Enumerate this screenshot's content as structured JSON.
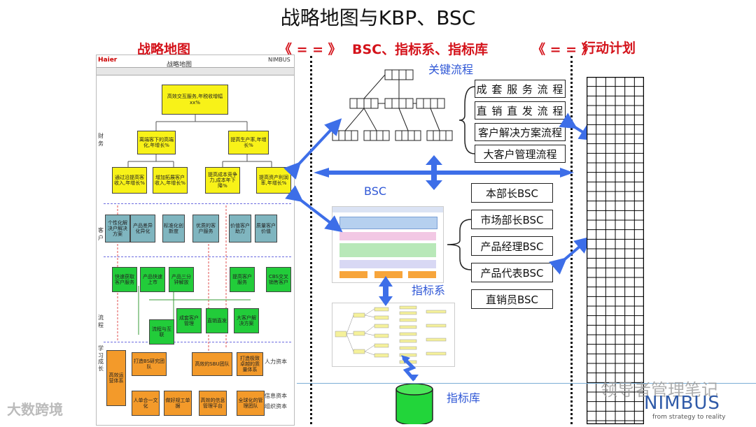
{
  "title": "战略地图与KBP、BSC",
  "top_labels": {
    "strategy_map": "战略地图",
    "arrow_left": "《 = = 》",
    "middle": "BSC、指标系、指标库",
    "arrow_right": "《 = = 》",
    "action_plan": "行动计划"
  },
  "strategy_map": {
    "logo": "Haier",
    "header_title": "战略地图",
    "brand": "NIMBUS",
    "perspectives": [
      "财务",
      "客户",
      "流程",
      "学习成长"
    ],
    "right_labels": [
      "人力资本",
      "信息资本",
      "组织资本"
    ],
    "financial": {
      "top": "高效交互服务,年税收增幅xx%",
      "mid": [
        "离端客下的高端化,年增长%",
        "提高生产率,年增长%"
      ],
      "bottom": [
        "通过沿提高客收入,年增长%",
        "增加拓展客户收入,年增长%",
        "提高成本竞争力,成本年下降%",
        "提高资产利润率,年增长%"
      ]
    },
    "customer": [
      "个性化解决户解决方案",
      "产品差异化异化",
      "标准化创新度",
      "优质的客户服务",
      "价值客户助力",
      "质量客户价值"
    ],
    "process": {
      "row1": [
        "快速获取客户服务",
        "产品快速上市",
        "产品三分钟解放",
        "提高客户服务",
        "CBS交叉销售客户"
      ],
      "row2": [
        "流程与互联",
        "成套客户管理",
        "直销直发",
        "大客户解决方案"
      ]
    },
    "learning": {
      "row1": [
        "打造BS研究团队",
        "高效的SBU团队",
        "打造极致卓越的质量体系"
      ],
      "left": "高效运营体系",
      "row2": [
        "人单合一文化",
        "做好规工单据",
        "高效的信息管理平台",
        "全球化的管理团队"
      ]
    }
  },
  "middle": {
    "key_process_label": "关键流程",
    "processes": [
      "成 套 服 务 流 程",
      "直 销 直 发 流 程",
      "客户解决方案流程",
      "大客户管理流程"
    ],
    "bsc_label": "BSC",
    "bsc_items": [
      "本部长BSC",
      "市场部长BSC",
      "产品经理BSC",
      "产品代表BSC",
      "直销员BSC"
    ],
    "indicator_system_label": "指标系",
    "indicator_library_label": "指标库"
  },
  "watermarks": {
    "left": "大数跨境",
    "right": "领导者管理笔记",
    "brand": "NIMBUS",
    "tagline": "from strategy to reality"
  },
  "colors": {
    "red": "#d4131b",
    "blue_arrow": "#3d6ee8",
    "yellow": "#f8f218",
    "teal": "#7fb5bf",
    "green": "#22cc3a",
    "orange": "#f39a2a"
  }
}
